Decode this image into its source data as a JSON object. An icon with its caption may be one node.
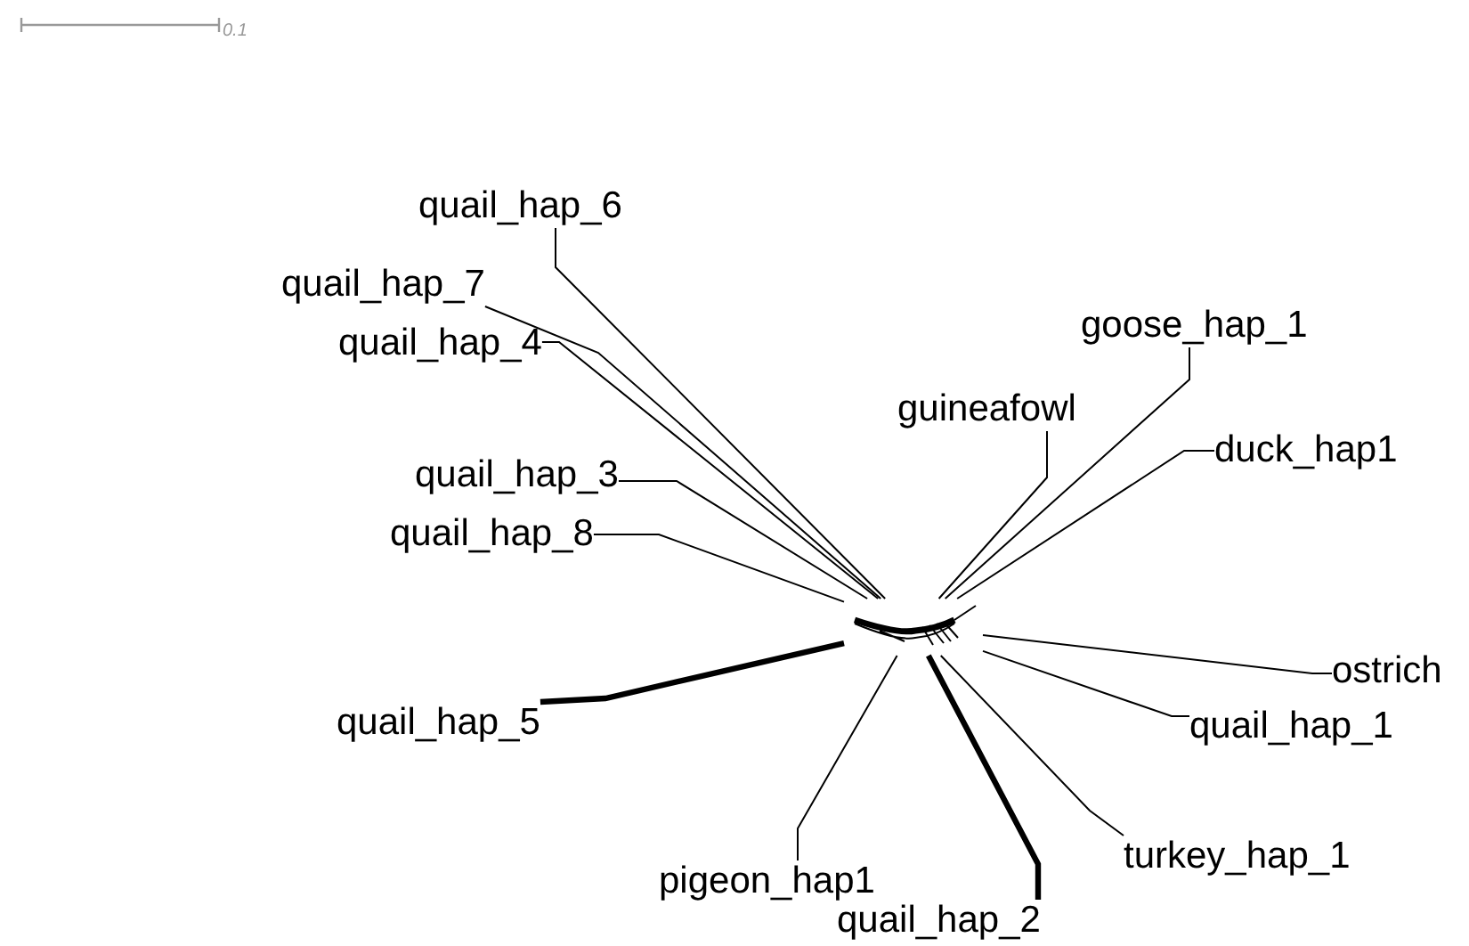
{
  "diagram": {
    "nodes": [
      {
        "text": [],
        "shape": "picture"
      },
      {
        "text": [
          "quail_hap_6"
        ]
      },
      {
        "text": [
          "quail_hap_7"
        ]
      },
      {
        "text": [
          "quail_hap_4"
        ]
      },
      {
        "text": [
          "quail_hap_3"
        ]
      },
      {
        "text": [
          "quail_hap_8"
        ]
      },
      {
        "text": [
          "quail_hap_5"
        ]
      },
      {
        "text": [
          "goose_hap_1"
        ]
      },
      {
        "text": [
          "guineafowl"
        ]
      },
      {
        "text": [
          "duck_hap1"
        ]
      },
      {
        "text": [
          "ostrich"
        ]
      },
      {
        "text": [
          "quail_hap_1"
        ]
      },
      {
        "text": [
          "turkey_hap_1"
        ]
      },
      {
        "text": [
          "pigeon_hap1"
        ]
      },
      {
        "text": [
          "quail_hap_2"
        ]
      }
    ],
    "edges": [
      {
        "from": 0,
        "to": 1,
        "arrow": "none"
      },
      {
        "from": 0,
        "to": 2,
        "arrow": "none"
      },
      {
        "from": 0,
        "to": 3,
        "arrow": "none"
      },
      {
        "from": 0,
        "to": 4,
        "arrow": "none"
      },
      {
        "from": 0,
        "to": 5,
        "arrow": "none"
      },
      {
        "from": 0,
        "to": 6,
        "arrow": "none",
        "style": "thick"
      },
      {
        "from": 0,
        "to": 7,
        "arrow": "none"
      },
      {
        "from": 0,
        "to": 8,
        "arrow": "none"
      },
      {
        "from": 0,
        "to": 9,
        "arrow": "none"
      },
      {
        "from": 0,
        "to": 10,
        "arrow": "none"
      },
      {
        "from": 0,
        "to": 11,
        "arrow": "none"
      },
      {
        "from": 0,
        "to": 12,
        "arrow": "none"
      },
      {
        "from": 0,
        "to": 13,
        "arrow": "none"
      },
      {
        "from": 0,
        "to": 14,
        "arrow": "none",
        "style": "thick"
      }
    ],
    "labels": [
      "0.1"
    ]
  }
}
